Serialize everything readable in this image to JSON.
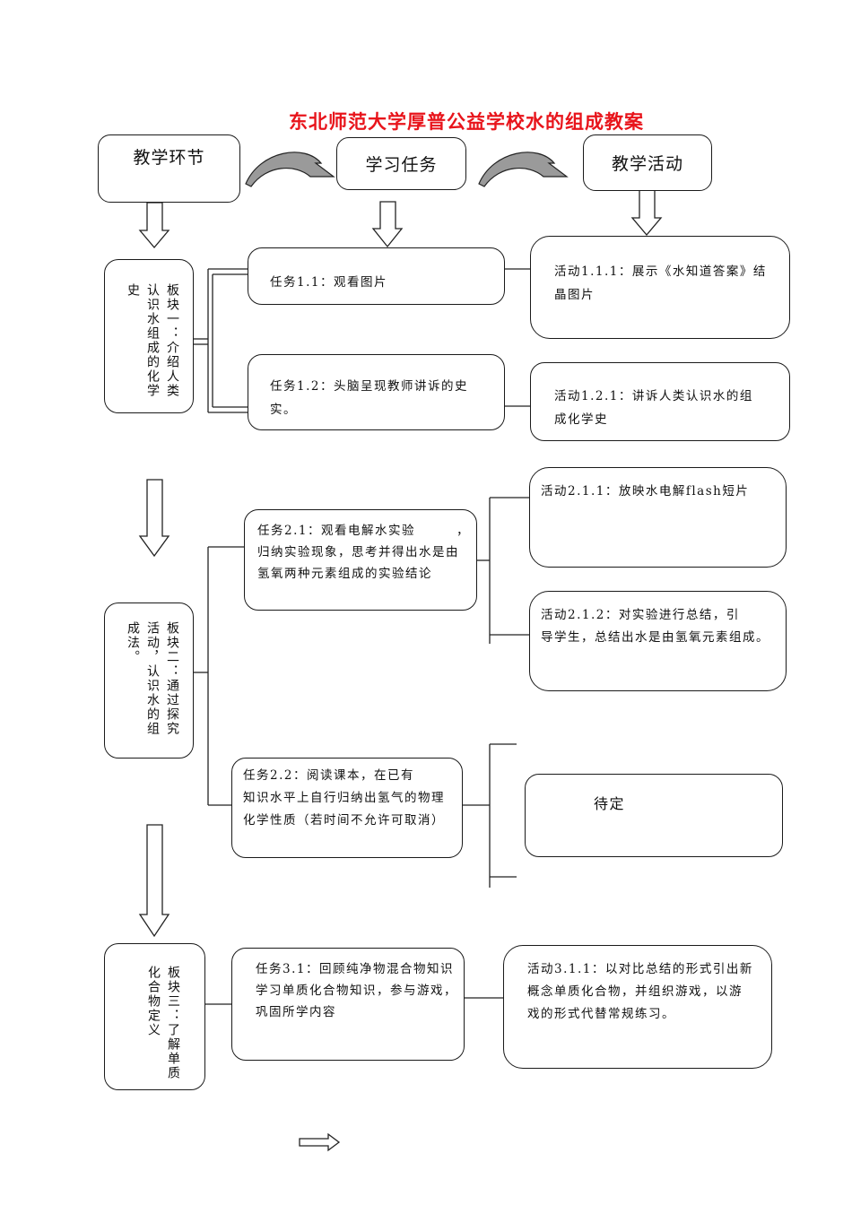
{
  "title": "东北师范大学厚普公益学校水的组成教案",
  "headers": {
    "teaching_stage": "教学环节",
    "learning_task": "学习任务",
    "teaching_activity": "教学活动"
  },
  "module1": {
    "label": "板块一：介绍人类认识水组成的化学史",
    "task_1_1": "任务1.1：观看图片",
    "task_1_2": "任务1.2：头脑呈现教师讲诉的史实。",
    "activity_1_1_1": "活动1.1.1：展示《水知道答案》结晶图片",
    "activity_1_2_1": "活动1.2.1：讲诉人类认识水的组成化学史"
  },
  "module2": {
    "label": "板块二：通过探究活动，认识水的组成法。",
    "task_2_1_line1": "任务2.1：观看电解水实验",
    "task_2_1_comma": "，",
    "task_2_1_line2": "归纳实验现象，思考并得出水是由",
    "task_2_1_line3": "氢氧两种元素组成的实验结论",
    "task_2_2_line1": "任务2.2：阅读课本，在已有",
    "task_2_2_line2": "知识水平上自行归纳出氢气的物理",
    "task_2_2_line3": "化学性质（若时间不允许可取消）",
    "activity_2_1_1": "活动2.1.1：放映水电解flash短片",
    "activity_2_1_2_line1": "活动2.1.2：对实验进行总结，引",
    "activity_2_1_2_line2": "导学生，总结出水是由氢氧元素组成。",
    "pending": "待定"
  },
  "module3": {
    "label": "板块三：了解单质化合物定义",
    "task_3_1_line1": "任务3.1：回顾纯净物混合物知识",
    "task_3_1_line2": "学习单质化合物知识，参与游戏，",
    "task_3_1_line3": "巩固所学内容",
    "activity_3_1_1_line1": "活动3.1.1：以对比总结的形式引出新",
    "activity_3_1_1_line2": "概念单质化合物，并组织游戏，以游",
    "activity_3_1_1_line3": "戏的形式代替常规练习。"
  }
}
